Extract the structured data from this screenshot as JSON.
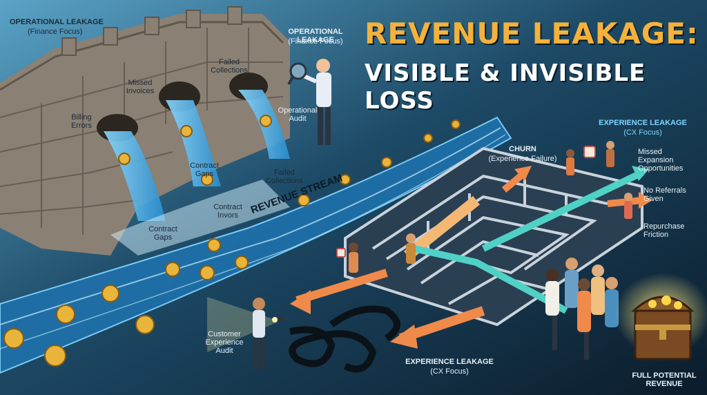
{
  "title": {
    "line1": "REVENUE LEAKAGE:",
    "line2": "VISIBLE & INVISIBLE LOSS"
  },
  "colors": {
    "title_accent": "#f4b23c",
    "water": "#4fc3f7",
    "coin": "#e8b53a",
    "maze": "#c9d3dc",
    "arrow_orange": "#f08a4b",
    "arrow_teal": "#4fd1c5"
  },
  "operational": {
    "corner_head": "OPERATIONAL LEAKAGE",
    "corner_sub": "(Finance Focus)",
    "head": "OPERATIONAL LEAKAGE",
    "sub": "(Finance Focus)",
    "audit": [
      "Operational",
      "Audit"
    ],
    "wall_labels": {
      "billing": [
        "Billing",
        "Errors"
      ],
      "missed": [
        "Missed",
        "Invoices"
      ],
      "failed_top": [
        "Failed",
        "Collections"
      ],
      "contract1": [
        "Contract",
        "Gaps"
      ],
      "failed_low": [
        "Failed",
        "Collections"
      ],
      "contract_invors": [
        "Contract",
        "Invors"
      ],
      "contract2": [
        "Contract",
        "Gaps"
      ]
    }
  },
  "stream_label": "REVENUE STREAM",
  "experience": {
    "top_head": "EXPERIENCE LEAKAGE",
    "top_sub": "(CX Focus)",
    "churn_head": "CHURN",
    "churn_sub": "(Experience Failure)",
    "missed": [
      "Missed",
      "Expansion",
      "Opportunities"
    ],
    "referrals": [
      "No Referrals",
      "Given"
    ],
    "repurchase": [
      "Repurchase",
      "Friction"
    ],
    "audit": [
      "Customer",
      "Experience",
      "Audit"
    ],
    "bottom_head": "EXPERIENCE LEAKAGE",
    "bottom_sub": "(CX Focus)"
  },
  "treasure": [
    "FULL POTENTIAL",
    "REVENUE"
  ],
  "icons": [
    "magnifier-icon",
    "flashlight-icon",
    "treasure-chest-icon",
    "coin-icon",
    "shopping-bag-icon"
  ]
}
